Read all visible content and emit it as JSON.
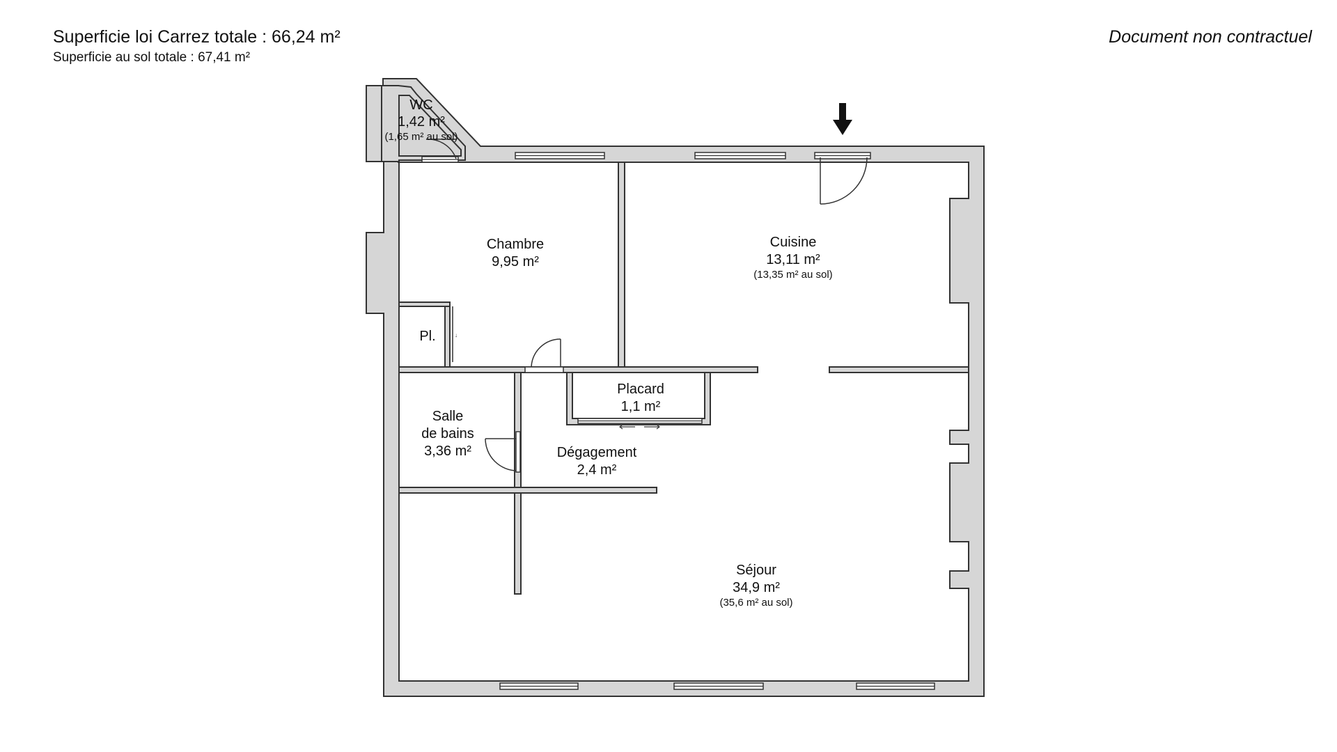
{
  "header": {
    "total_carrez": "Superficie loi Carrez totale :  66,24 m²",
    "total_sol": "Superficie au sol totale :  67,41 m²",
    "disclaimer": "Document non contractuel"
  },
  "rooms": {
    "wc": {
      "name": "WC",
      "area": "1,42 m²",
      "floor": "(1,65 m² au sol)"
    },
    "chambre": {
      "name": "Chambre",
      "area": "9,95 m²"
    },
    "cuisine": {
      "name": "Cuisine",
      "area": "13,11 m²",
      "floor": "(13,35 m² au sol)"
    },
    "placard_small": {
      "name": "Pl."
    },
    "placard": {
      "name": "Placard",
      "area": "1,1 m²"
    },
    "salle_de_bains": {
      "name_line1": "Salle",
      "name_line2": "de bains",
      "area": "3,36 m²"
    },
    "degagement": {
      "name": "Dégagement",
      "area": "2,4 m²"
    },
    "sejour": {
      "name": "Séjour",
      "area": "34,9 m²",
      "floor": "(35,6 m² au sol)"
    }
  },
  "icons": {
    "entrance": "entrance-arrow-icon",
    "sliding": "sliding-door-arrows-icon"
  },
  "colors": {
    "wall": "#d6d6d6",
    "outline": "#333333",
    "text": "#111111"
  }
}
